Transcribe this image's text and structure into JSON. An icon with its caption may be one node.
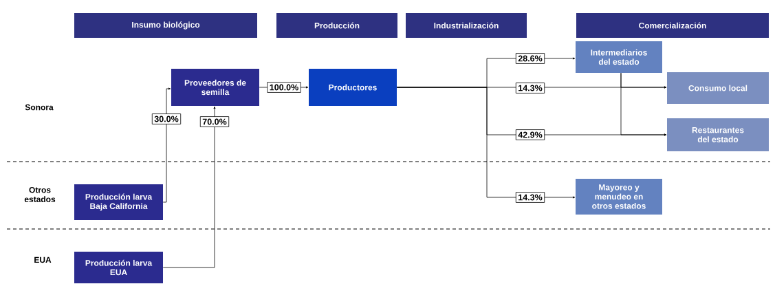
{
  "diagram": {
    "nodes": [
      {
        "text": [
          "Insumo biológico"
        ]
      },
      {
        "text": [
          "Producción"
        ]
      },
      {
        "text": [
          "Industrialización"
        ]
      },
      {
        "text": [
          "Comercialización"
        ]
      },
      {
        "text": [
          "Proveedores de semilla"
        ]
      },
      {
        "text": [
          "Productores"
        ]
      },
      {
        "text": [
          "Producción larva Baja California"
        ]
      },
      {
        "text": [
          "Producción larva EUA"
        ]
      },
      {
        "text": [
          "Intermediarios del estado"
        ]
      },
      {
        "text": [
          "Consumo local"
        ]
      },
      {
        "text": [
          "Restaurantes del estado"
        ]
      },
      {
        "text": [
          "Mayoreo y menudeo en otros estados"
        ]
      }
    ],
    "edges": [
      {
        "from": 6,
        "to": 4,
        "arrow": "to",
        "label": "30.0%"
      },
      {
        "from": 7,
        "to": 4,
        "arrow": "to",
        "label": "70.0%"
      },
      {
        "from": 4,
        "to": 5,
        "arrow": "to",
        "label": "100.0%"
      },
      {
        "from": 5,
        "to": 8,
        "arrow": "to",
        "label": "28.6%"
      },
      {
        "from": 5,
        "to": 9,
        "arrow": "to",
        "label": "14.3%"
      },
      {
        "from": 5,
        "to": 10,
        "arrow": "to",
        "label": "42.9%"
      },
      {
        "from": 5,
        "to": 11,
        "arrow": "to",
        "label": "14.3%"
      },
      {
        "from": 8,
        "to": 9,
        "arrow": "to"
      },
      {
        "from": 8,
        "to": 10,
        "arrow": "to"
      }
    ],
    "labels": [
      "Sonora",
      "Otros estados",
      "EUA"
    ]
  }
}
